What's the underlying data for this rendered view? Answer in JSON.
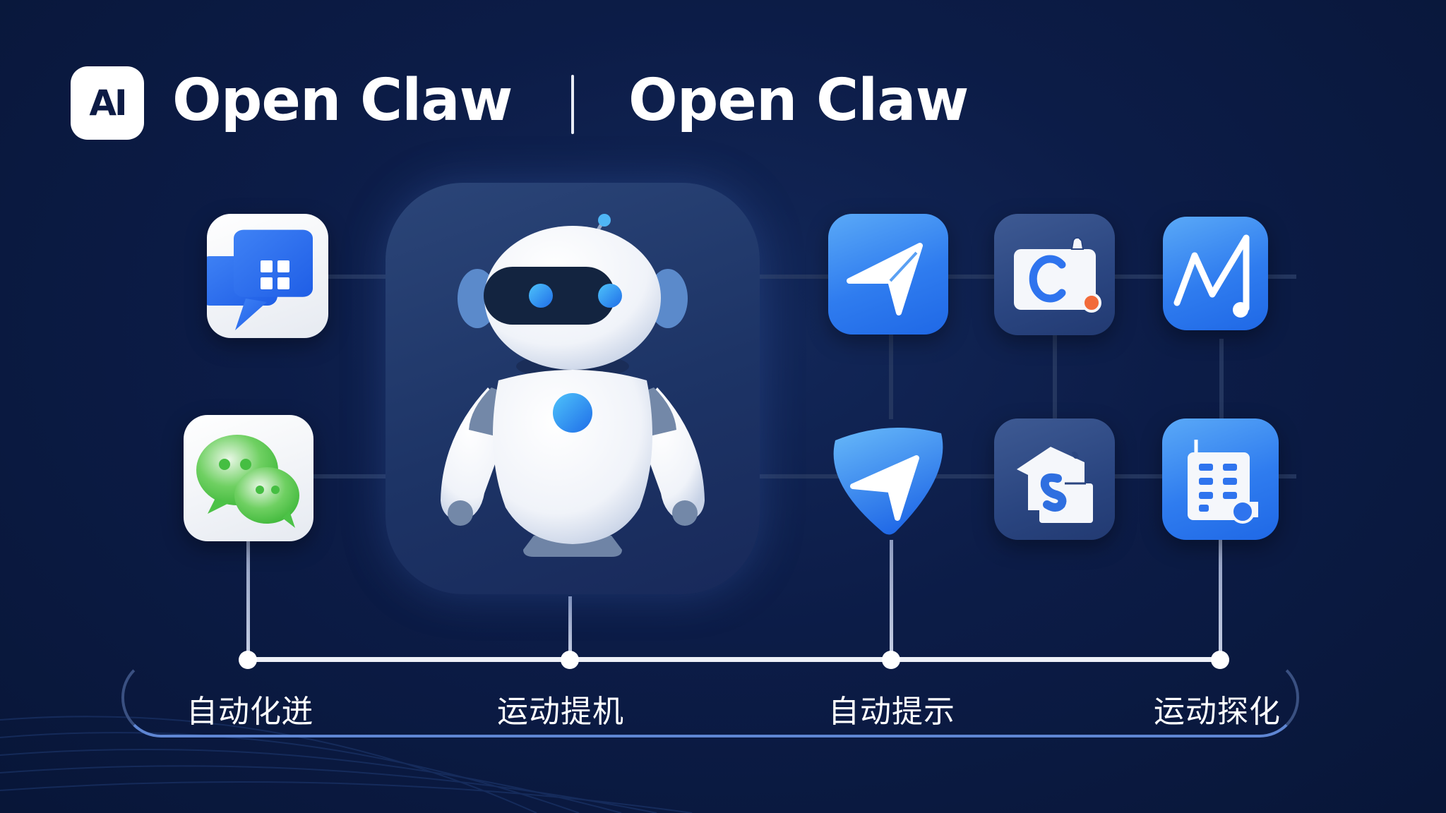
{
  "header": {
    "logo_text": "AI",
    "title_left": "Open Claw",
    "title_right": "Open Claw"
  },
  "center": {
    "name": "robot-mascot",
    "panel_color": "#1d3466"
  },
  "left_icons": [
    {
      "name": "chat-app-icon",
      "style": "white",
      "accent": "#2f6ff0"
    },
    {
      "name": "wechat-icon",
      "style": "white",
      "accent": "#4cc247"
    }
  ],
  "right_icons": [
    {
      "row": 1,
      "name": "telegram-icon",
      "style": "blue"
    },
    {
      "row": 1,
      "name": "camera-c-icon",
      "style": "navy",
      "dot_color": "#f26b3a"
    },
    {
      "row": 1,
      "name": "music-m-icon",
      "style": "blue"
    },
    {
      "row": 2,
      "name": "telegram-shield-icon",
      "style": "blue"
    },
    {
      "row": 2,
      "name": "house-s-icon",
      "style": "navy"
    },
    {
      "row": 2,
      "name": "building-icon",
      "style": "blue"
    }
  ],
  "timeline": {
    "labels": [
      "自动化迸",
      "运动提机",
      "自动提示",
      "运动探化"
    ]
  },
  "colors": {
    "background": "#0b1a42",
    "accent_blue": "#2f7cef",
    "white": "#ffffff",
    "connector": "#24365f"
  }
}
